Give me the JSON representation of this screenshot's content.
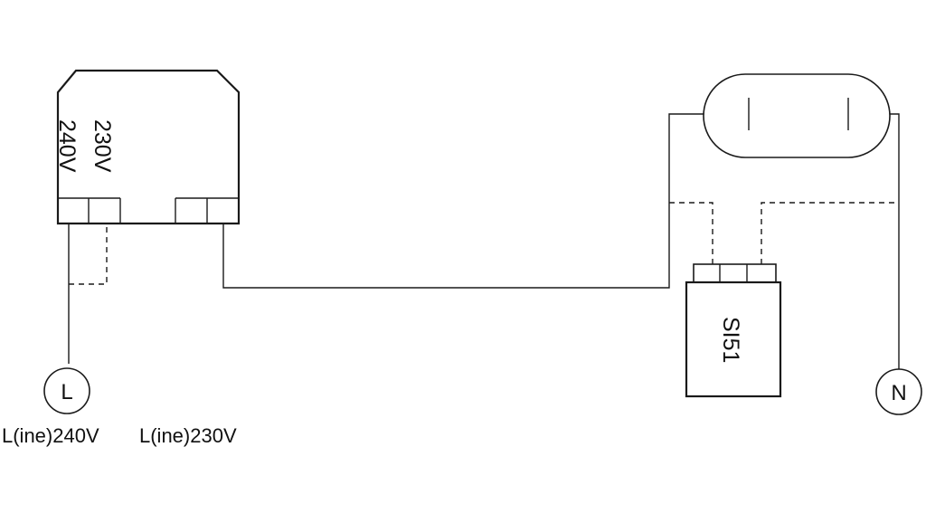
{
  "transformer": {
    "label_230": "230V",
    "label_240": "240V"
  },
  "starter": {
    "label": "SI51"
  },
  "terminals": {
    "line": "L",
    "neutral": "N"
  },
  "captions": {
    "line_240": "L(ine)240V",
    "line_230": "L(ine)230V"
  }
}
